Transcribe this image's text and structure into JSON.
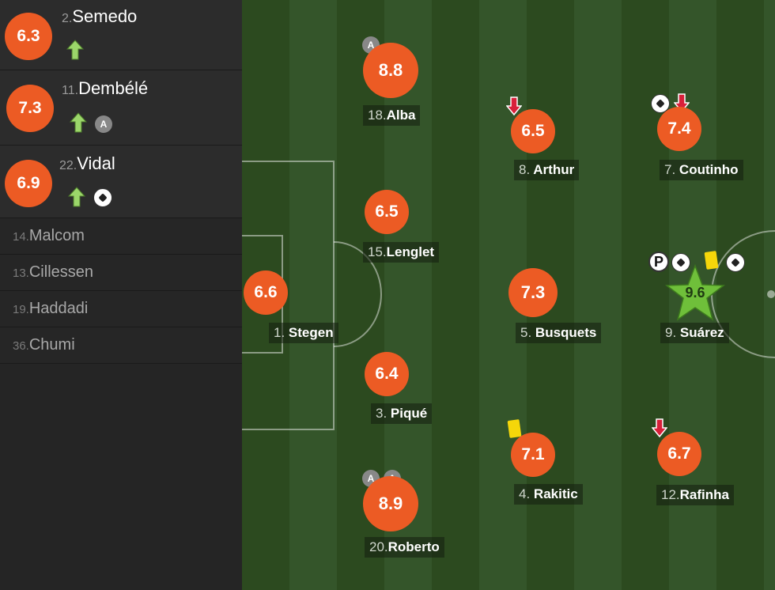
{
  "substitutes": [
    {
      "rating": "6.3",
      "number": "2.",
      "name": "Semedo"
    },
    {
      "rating": "7.3",
      "number": "11.",
      "name": "Dembélé"
    },
    {
      "rating": "6.9",
      "number": "22.",
      "name": "Vidal"
    }
  ],
  "bench": [
    {
      "number": "14.",
      "name": "Malcom"
    },
    {
      "number": "13.",
      "name": "Cillessen"
    },
    {
      "number": "19.",
      "name": "Haddadi"
    },
    {
      "number": "36.",
      "name": "Chumi"
    }
  ],
  "players": {
    "stegen": {
      "rating": "6.6",
      "number": "1.",
      "name": "Stegen"
    },
    "alba": {
      "rating": "8.8",
      "number": "18.",
      "name": "Alba"
    },
    "lenglet": {
      "rating": "6.5",
      "number": "15.",
      "name": "Lenglet"
    },
    "pique": {
      "rating": "6.4",
      "number": "3.",
      "name": "Piqué"
    },
    "roberto": {
      "rating": "8.9",
      "number": "20.",
      "name": "Roberto"
    },
    "arthur": {
      "rating": "6.5",
      "number": "8.",
      "name": "Arthur"
    },
    "busquets": {
      "rating": "7.3",
      "number": "5.",
      "name": "Busquets"
    },
    "rakitic": {
      "rating": "7.1",
      "number": "4.",
      "name": "Rakitic"
    },
    "coutinho": {
      "rating": "7.4",
      "number": "7.",
      "name": "Coutinho"
    },
    "suarez": {
      "rating": "9.6",
      "number": "9.",
      "name": "Suárez"
    },
    "rafinha": {
      "rating": "6.7",
      "number": "12.",
      "name": "Rafinha"
    }
  },
  "icons": {
    "captain_letter": "A",
    "penalty_letter": "P"
  },
  "colors": {
    "rating_bg": "#ec5b24",
    "man_of_match_star": "#6fbf3a",
    "sub_in_arrow": "#9bd66a",
    "sub_out_arrow": "#d8203a",
    "yellow_card": "#f5d60a"
  }
}
